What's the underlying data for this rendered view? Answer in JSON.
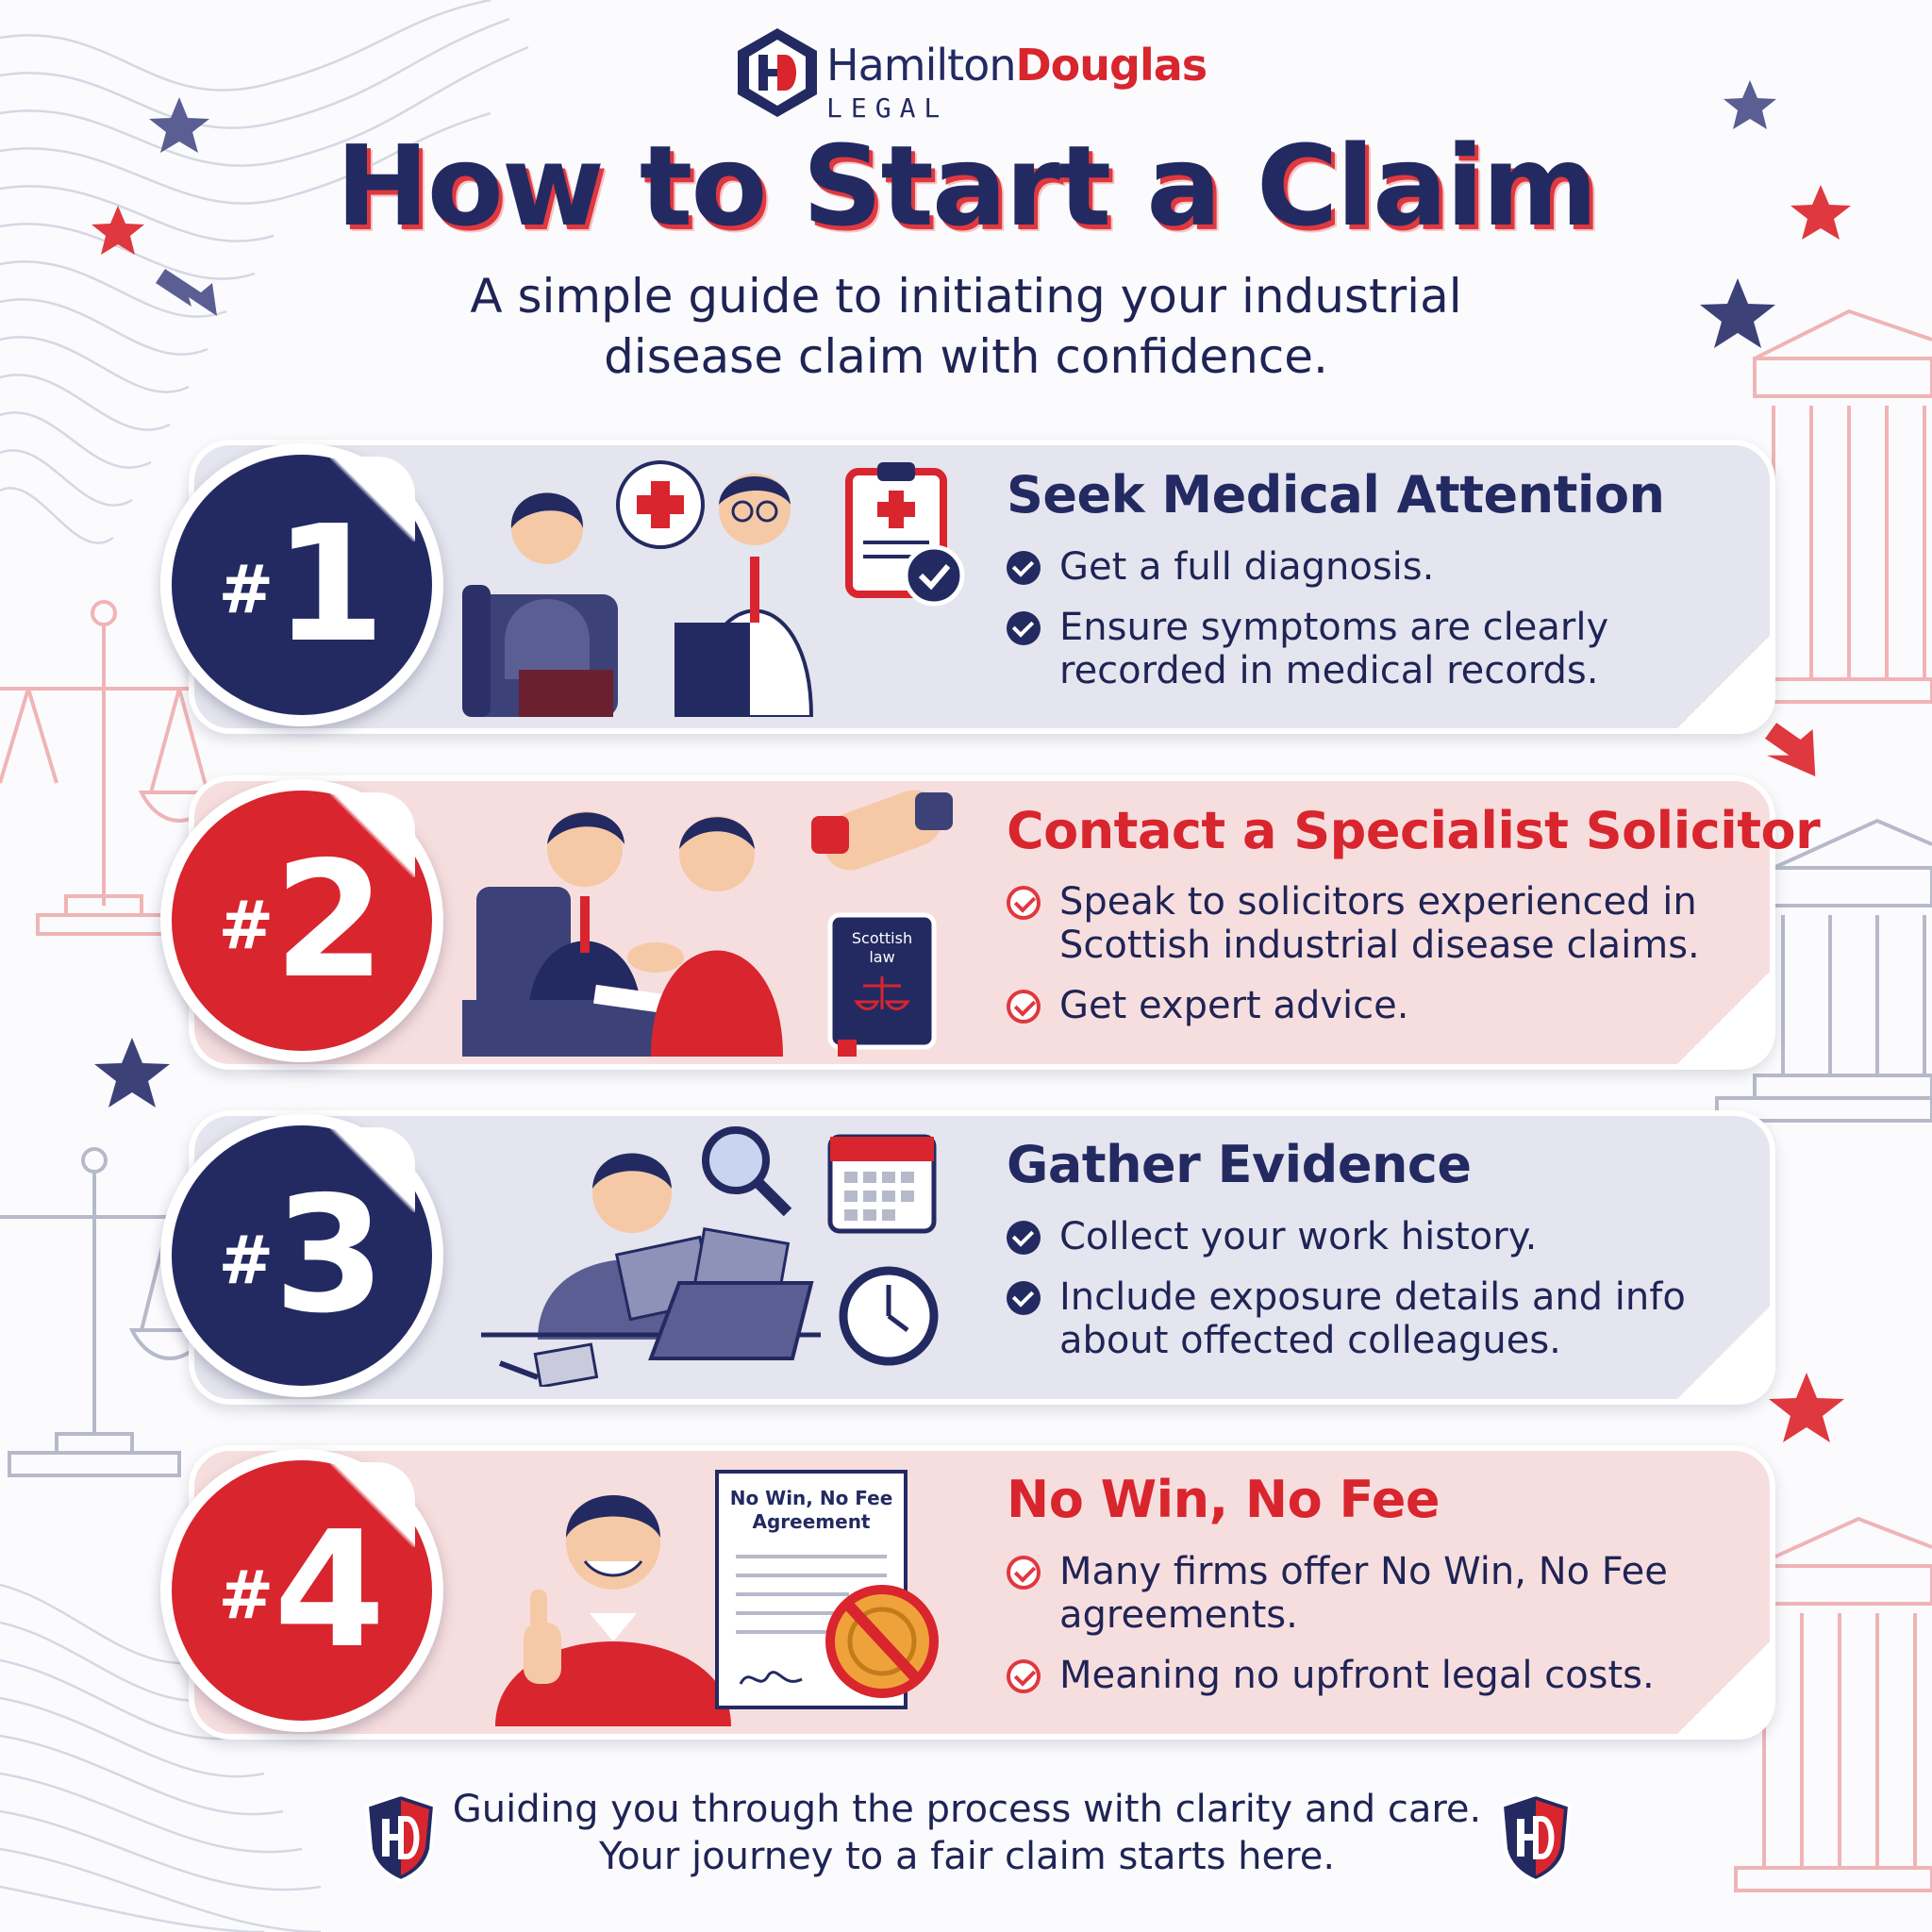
{
  "brand": {
    "name_part1": "Hamilton",
    "name_part2": "Douglas",
    "tagline": "LEGAL",
    "logo_icon": "hd-hexagon-logo-icon"
  },
  "title": "How to Start a Claim",
  "subtitle_line1": "A simple guide to initiating your industrial",
  "subtitle_line2": "disease claim with confidence.",
  "steps": [
    {
      "hash": "#",
      "number": "1",
      "title": "Seek Medical Attention",
      "theme": "navy",
      "bullets": [
        "Get a full diagnosis.",
        "Ensure symptoms are clearly",
        "recorded in medical records."
      ]
    },
    {
      "hash": "#",
      "number": "2",
      "title": "Contact a Specialist Solicitor",
      "theme": "red",
      "bullets": [
        "Speak to solicitors experienced in",
        "Scottish industrial disease claims.",
        "Get expert advice."
      ],
      "book_label_1": "Scottish",
      "book_label_2": "law"
    },
    {
      "hash": "#",
      "number": "3",
      "title": "Gather Evidence",
      "theme": "navy",
      "bullets": [
        "Collect your work history.",
        "Include exposure details and info",
        "about offected colleagues."
      ]
    },
    {
      "hash": "#",
      "number": "4",
      "title": "No Win, No Fee",
      "theme": "red",
      "bullets": [
        "Many firms offer No Win, No Fee",
        "agreements.",
        "Meaning no upfront legal costs."
      ],
      "doc_label_1": "No Win, No Fee",
      "doc_label_2": "Agreement"
    }
  ],
  "footer_line1": "Guiding you through the process with clarity and care.",
  "footer_line2": "Your journey to a fair claim starts here.",
  "colors": {
    "navy": "#232a62",
    "red": "#d8252e",
    "navy_card": "#e4e5ee",
    "red_card": "#f7dede"
  }
}
